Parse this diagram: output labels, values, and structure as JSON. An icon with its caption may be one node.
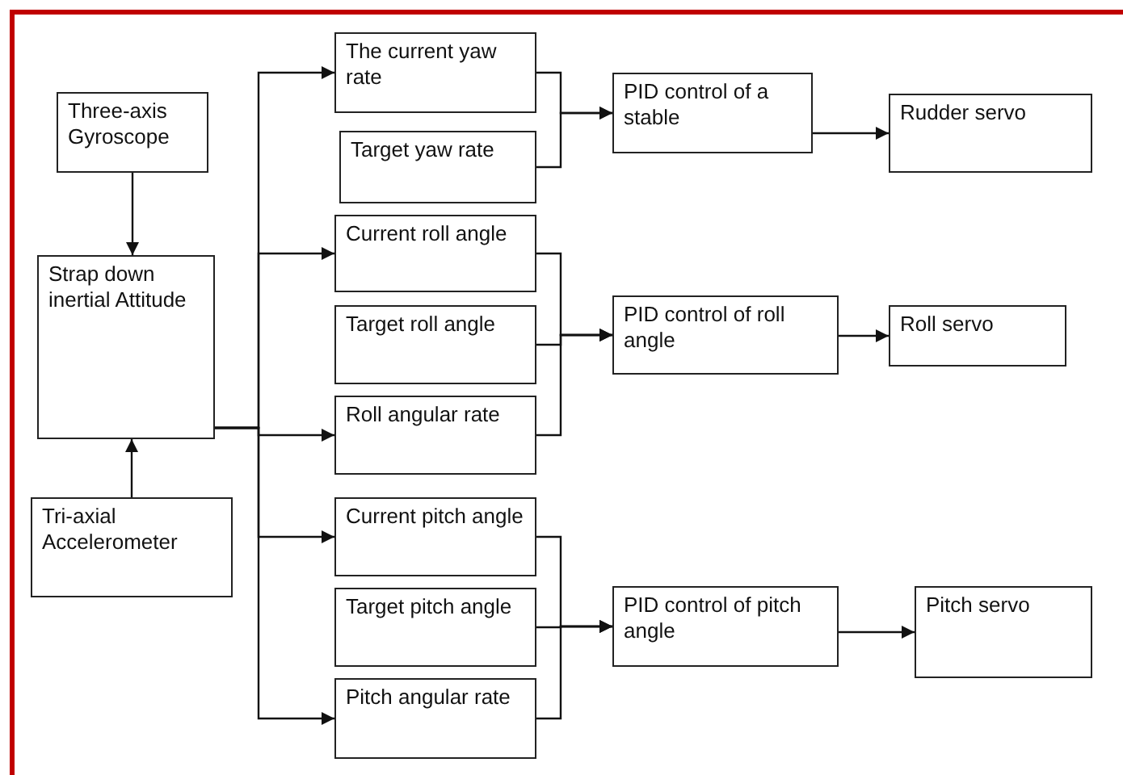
{
  "diagram": {
    "nodes": [
      {
        "text": [
          "Three-axis Gyroscope"
        ]
      },
      {
        "text": [
          "Strap down inertial Attitude"
        ]
      },
      {
        "text": [
          "Tri-axial Accelerometer"
        ]
      },
      {
        "text": [
          "The current yaw rate"
        ]
      },
      {
        "text": [
          "Target yaw rate"
        ]
      },
      {
        "text": [
          "Current roll angle"
        ]
      },
      {
        "text": [
          "Target roll angle"
        ]
      },
      {
        "text": [
          "Roll angular rate"
        ]
      },
      {
        "text": [
          "Current pitch angle"
        ]
      },
      {
        "text": [
          "Target pitch angle"
        ]
      },
      {
        "text": [
          "Pitch angular rate"
        ]
      },
      {
        "text": [
          "PID control of a stable"
        ]
      },
      {
        "text": [
          "Rudder servo"
        ]
      },
      {
        "text": [
          "PID control of roll angle"
        ]
      },
      {
        "text": [
          "Roll servo"
        ]
      },
      {
        "text": [
          "PID control of pitch angle"
        ]
      },
      {
        "text": [
          "Pitch servo"
        ]
      }
    ],
    "edges": [
      {
        "from": 0,
        "to": 1,
        "arrow": "to"
      },
      {
        "from": 2,
        "to": 1,
        "arrow": "to"
      },
      {
        "from": 1,
        "to": 3,
        "arrow": "to"
      },
      {
        "from": 1,
        "to": 5,
        "arrow": "to"
      },
      {
        "from": 1,
        "to": 7,
        "arrow": "to"
      },
      {
        "from": 1,
        "to": 8,
        "arrow": "to"
      },
      {
        "from": 1,
        "to": 10,
        "arrow": "to"
      },
      {
        "from": 3,
        "to": 11,
        "arrow": "to"
      },
      {
        "from": 4,
        "to": 11,
        "arrow": "to"
      },
      {
        "from": 5,
        "to": 13,
        "arrow": "to"
      },
      {
        "from": 6,
        "to": 13,
        "arrow": "to"
      },
      {
        "from": 7,
        "to": 13,
        "arrow": "to"
      },
      {
        "from": 8,
        "to": 15,
        "arrow": "to"
      },
      {
        "from": 9,
        "to": 15,
        "arrow": "to"
      },
      {
        "from": 10,
        "to": 15,
        "arrow": "to"
      },
      {
        "from": 11,
        "to": 12,
        "arrow": "to"
      },
      {
        "from": 13,
        "to": 14,
        "arrow": "to"
      },
      {
        "from": 15,
        "to": 16,
        "arrow": "to"
      }
    ]
  }
}
